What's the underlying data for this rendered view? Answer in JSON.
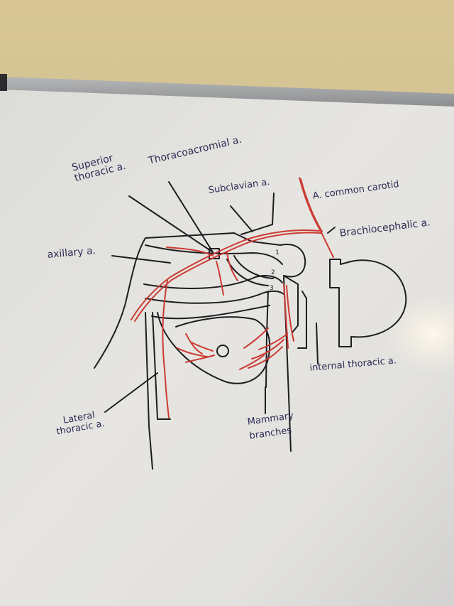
{
  "labels": {
    "superior_thoracic": [
      "Superior",
      "thoracic a."
    ],
    "thoracoacromial": "Thoracoacromial a.",
    "subclavian": "Subclavian a.",
    "common_carotid": "A. common carotid",
    "brachiocephalic": "Brachiocephalic a.",
    "axillary": "axillary a.",
    "internal_thoracic": "internal thoracic a.",
    "lateral_thoracic": [
      "Lateral",
      "thoracic a."
    ],
    "mammary_branches": [
      "Mammary",
      "branches"
    ],
    "rib_numbers": [
      "1",
      "2",
      "3"
    ]
  },
  "colors": {
    "wall": "#d4c390",
    "board": "#e3e2de",
    "frame": "#9fa0a2",
    "ink_black": "#1d1c1f",
    "ink_red": "#cc3a33",
    "ink_blue": "#2c2b55"
  }
}
